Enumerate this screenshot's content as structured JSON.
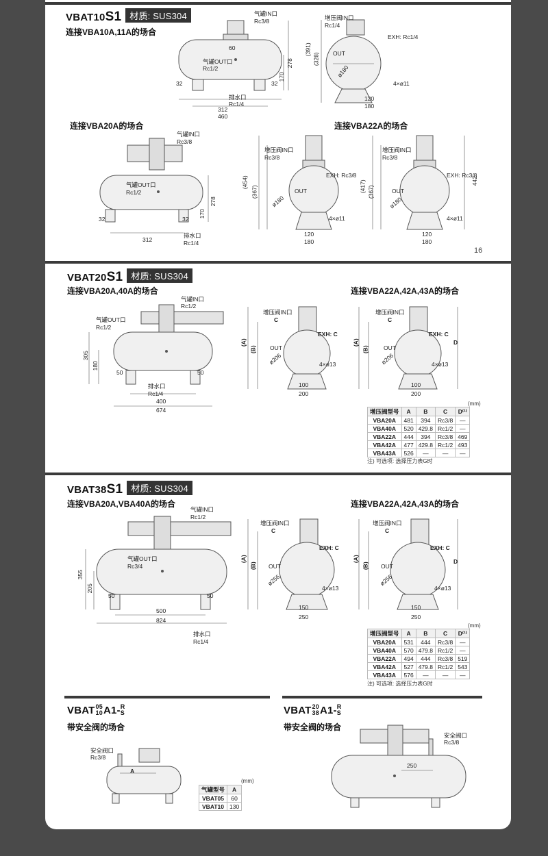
{
  "page_number": "16",
  "sec1": {
    "title_prefix": "VBAT10",
    "title_suffix": "S1",
    "material": "材质: SUS304",
    "sub_a": "连接VBA10A,11A的场合",
    "sub_b": "连接VBA20A的场合",
    "sub_c": "连接VBA22A的场合",
    "labels": {
      "in_port": "气罐IN口",
      "in_rc": "Rc3/8",
      "out_port": "气罐OUT口",
      "out_rc": "Rc1/2",
      "drain_port": "排水口",
      "drain_rc": "Rc1/4",
      "boost_in": "增压阀IN口",
      "boost_in_rc": "Rc1/4",
      "exh": "EXH: Rc1/4",
      "out": "OUT",
      "dia": "ø180",
      "holes": "4×ø11",
      "d60": "60",
      "d32": "32",
      "d312": "312",
      "d460": "460",
      "d170": "170",
      "d278": "278",
      "d391": "(391)",
      "d328": "(328)",
      "d120": "120",
      "d180": "180",
      "boost_in_b": "增压阀IN口",
      "boost_in_rc_b": "Rc3/8",
      "exh_b": "EXH: Rc3/8",
      "d454": "(454)",
      "d367": "(367)",
      "d417": "(417)",
      "d442": "442"
    }
  },
  "sec2": {
    "title_prefix": "VBAT20",
    "title_suffix": "S1",
    "material": "材质: SUS304",
    "sub_a": "连接VBA20A,40A的场合",
    "sub_b": "连接VBA22A,42A,43A的场合",
    "labels": {
      "out_port": "气罐OUT口",
      "out_rc": "Rc1/2",
      "in_port": "气罐IN口",
      "in_rc": "Rc1/2",
      "drain_port": "排水口",
      "drain_rc": "Rc1/4",
      "boost_in": "增压阀IN口",
      "c": "C",
      "exh": "EXH: C",
      "out": "OUT",
      "dia": "ø206",
      "holes": "4×ø13",
      "a": "(A)",
      "b": "(B)",
      "d": "D",
      "d305": "305",
      "d180": "180",
      "d50": "50",
      "d400": "400",
      "d674": "674",
      "d100": "100",
      "d200": "200"
    },
    "unit": "(mm)",
    "table": {
      "headers": [
        "增压阀型号",
        "A",
        "B",
        "C",
        "D⁽¹⁾"
      ],
      "rows": [
        [
          "VBA20A",
          "481",
          "394",
          "Rc3/8",
          "—"
        ],
        [
          "VBA40A",
          "520",
          "429.8",
          "Rc1/2",
          "—"
        ],
        [
          "VBA22A",
          "444",
          "394",
          "Rc3/8",
          "469"
        ],
        [
          "VBA42A",
          "477",
          "429.8",
          "Rc1/2",
          "493"
        ],
        [
          "VBA43A",
          "526",
          "—",
          "—",
          "—"
        ]
      ]
    },
    "note": "注) 可选项: 选择压力表G时"
  },
  "sec3": {
    "title_prefix": "VBAT38",
    "title_suffix": "S1",
    "material": "材质: SUS304",
    "sub_a": "连接VBA20A,VBA40A的场合",
    "sub_b": "连接VBA22A,42A,43A的场合",
    "labels": {
      "in_port": "气罐IN口",
      "in_rc": "Rc1/2",
      "out_port": "气罐OUT口",
      "out_rc": "Rc3/4",
      "drain_port": "排水口",
      "drain_rc": "Rc1/4",
      "boost_in": "增压阀IN口",
      "c": "C",
      "exh": "EXH: C",
      "out": "OUT",
      "dia": "ø256",
      "holes": "4×ø13",
      "a": "(A)",
      "b": "(B)",
      "d": "D",
      "d355": "355",
      "d205": "205",
      "d50": "50",
      "d500": "500",
      "d824": "824",
      "d150": "150",
      "d250": "250"
    },
    "unit": "(mm)",
    "table": {
      "headers": [
        "增压阀型号",
        "A",
        "B",
        "C",
        "D⁽¹⁾"
      ],
      "rows": [
        [
          "VBA20A",
          "531",
          "444",
          "Rc3/8",
          "—"
        ],
        [
          "VBA40A",
          "570",
          "479.8",
          "Rc1/2",
          "—"
        ],
        [
          "VBA22A",
          "494",
          "444",
          "Rc3/8",
          "519"
        ],
        [
          "VBA42A",
          "527",
          "479.8",
          "Rc1/2",
          "543"
        ],
        [
          "VBA43A",
          "576",
          "—",
          "—",
          "—"
        ]
      ]
    },
    "note": "注) 可选项: 选择压力表G时"
  },
  "sec4": {
    "left_title": "VBAT",
    "left_sup": "05",
    "left_sub": "10",
    "left_mid": "A1-",
    "left_r": "R",
    "left_s": "S",
    "left_sub_text": "带安全阀的场合",
    "right_title": "VBAT",
    "right_sup": "20",
    "right_sub": "38",
    "right_mid": "A1-",
    "right_r": "R",
    "right_s": "S",
    "right_sub_text": "带安全阀的场合",
    "labels": {
      "safety": "安全阀口",
      "safety_rc": "Rc3/8",
      "a": "A",
      "d250": "250"
    },
    "unit": "(mm)",
    "table": {
      "headers": [
        "气罐型号",
        "A"
      ],
      "rows": [
        [
          "VBAT05",
          "60"
        ],
        [
          "VBAT10",
          "130"
        ]
      ]
    }
  }
}
